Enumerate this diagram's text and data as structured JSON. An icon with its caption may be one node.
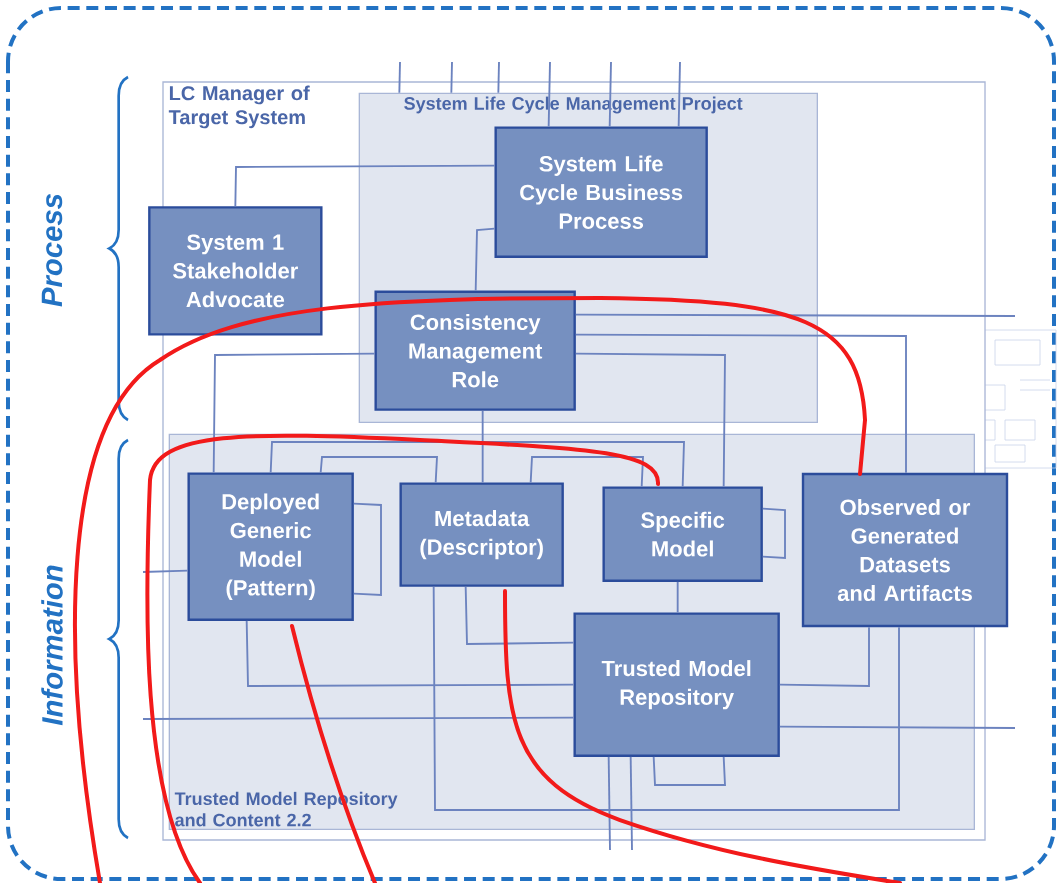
{
  "diagram": {
    "nodes": [
      {
        "text": [
          "LC Manager of Target System"
        ]
      },
      {
        "text": [
          "System Life Cycle Management Project"
        ],
        "in": 0
      },
      {
        "text": [
          "System Life Cycle Business Process"
        ],
        "in": 1
      },
      {
        "text": [
          "System 1 Stakeholder Advocate"
        ],
        "in": 0
      },
      {
        "text": [
          "Consistency Management Role"
        ],
        "in": 1
      },
      {
        "text": [
          "Trusted Model Repository and Content 2.2"
        ],
        "in": 0
      },
      {
        "text": [
          "Deployed Generic Model (Pattern)"
        ],
        "in": 5
      },
      {
        "text": [
          "Metadata (Descriptor)"
        ],
        "in": 5
      },
      {
        "text": [
          "Specific Model"
        ],
        "in": 5
      },
      {
        "text": [
          "Observed or Generated Datasets and Artifacts"
        ]
      },
      {
        "text": [
          "Trusted Model Repository"
        ],
        "in": 5
      }
    ],
    "edges": [
      {
        "from": 3,
        "to": 2,
        "arrow": "none"
      },
      {
        "from": 4,
        "to": 2,
        "arrow": "none"
      },
      {
        "from": 4,
        "to": 6,
        "arrow": "none"
      },
      {
        "from": 4,
        "to": 7,
        "arrow": "none"
      },
      {
        "from": 4,
        "to": 8,
        "arrow": "none"
      },
      {
        "from": 4,
        "to": 9,
        "arrow": "none"
      },
      {
        "from": 4,
        "to": null,
        "arrow": "none"
      },
      {
        "from": 6,
        "to": 7,
        "arrow": "none"
      },
      {
        "from": 6,
        "to": 8,
        "arrow": "none"
      },
      {
        "from": 7,
        "to": 8,
        "arrow": "none"
      },
      {
        "from": 6,
        "to": 6,
        "arrow": "none"
      },
      {
        "from": 8,
        "to": 8,
        "arrow": "none"
      },
      {
        "from": 7,
        "to": 9,
        "arrow": "none"
      },
      {
        "from": 7,
        "to": 10,
        "arrow": "none"
      },
      {
        "from": 6,
        "to": 10,
        "arrow": "none"
      },
      {
        "from": 10,
        "to": 9,
        "arrow": "none"
      },
      {
        "from": 8,
        "to": 10,
        "arrow": "none"
      },
      {
        "from": 10,
        "to": 10,
        "arrow": "none"
      },
      {
        "from": null,
        "to": 6,
        "arrow": "none"
      },
      {
        "from": null,
        "to": 10,
        "arrow": "none"
      },
      {
        "from": 10,
        "to": null,
        "arrow": "none"
      },
      {
        "from": 10,
        "to": null,
        "arrow": "none"
      },
      {
        "from": 10,
        "to": null,
        "arrow": "none"
      },
      {
        "from": null,
        "to": 1,
        "arrow": "none"
      },
      {
        "from": null,
        "to": 1,
        "arrow": "none"
      },
      {
        "from": null,
        "to": 1,
        "arrow": "none"
      },
      {
        "from": null,
        "to": 2,
        "arrow": "none"
      },
      {
        "from": null,
        "to": 2,
        "arrow": "none"
      },
      {
        "from": null,
        "to": 2,
        "arrow": "none"
      }
    ],
    "labels": [
      "Process",
      "Information"
    ]
  }
}
